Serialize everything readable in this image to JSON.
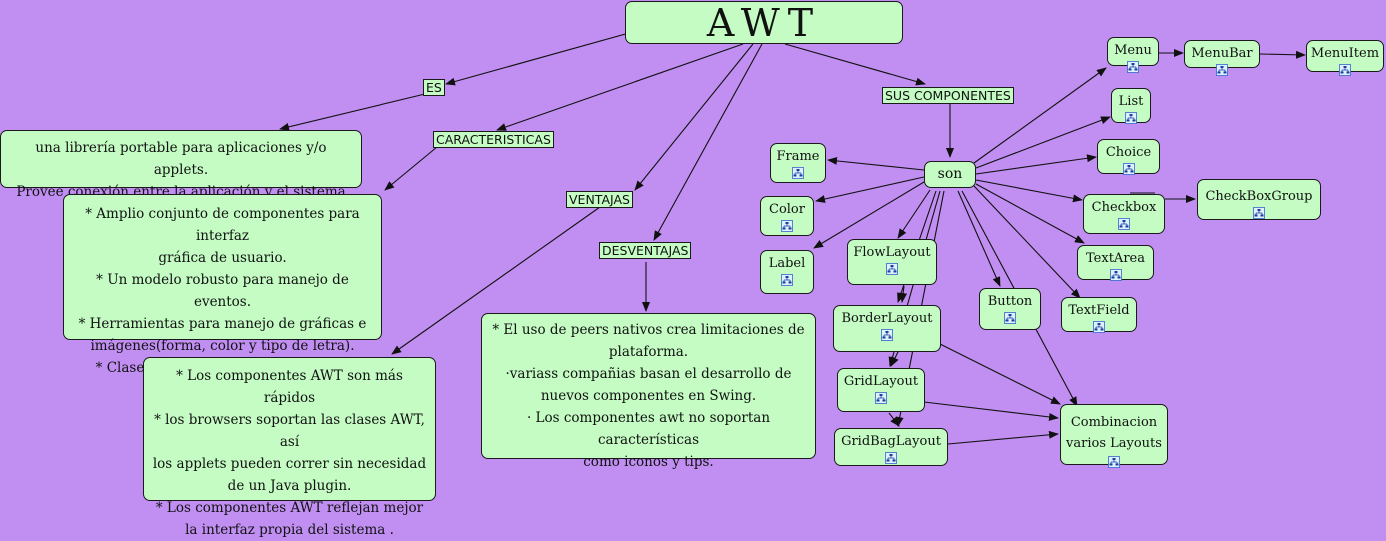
{
  "title": "AWT",
  "links": {
    "es": "ES",
    "caracteristicas": "CARACTERISTICAS",
    "ventajas": "VENTAJAS",
    "desventajas": "DESVENTAJAS",
    "componentes": "SUS COMPONENTES"
  },
  "es_text": "una librería portable para aplicaciones y/o applets.\nProvee  conexión entre la aplicación y el sistema nativo.",
  "caracteristicas_text": "* Amplio conjunto de componentes para interfaz\ngráfica de usuario.\n* Un modelo robusto para  manejo de eventos.\n* Herramientas para manejo de gráficas e\nimágenes(forma, color y tipo de letra).\n* Clases para transferencia de datos.",
  "ventajas_text": "* Los componentes AWT son más rápidos\n*  los browsers soportan las clases AWT, así\nlos applets  pueden correr sin necesidad\nde un Java plugin.\n* Los componentes AWT reflejan mejor\nla interfaz  propia del sistema .",
  "desventajas_text": "* El uso de peers nativos crea limitaciones de\nplataforma.\n·variass compañias basan el desarrollo de\nnuevos componentes en Swing.\n· Los componentes awt no soportan características\ncomo iconos y tips.",
  "son": "son",
  "components": {
    "frame": "Frame",
    "color": "Color",
    "label": "Label",
    "flowlayout": "FlowLayout",
    "borderlayout": "BorderLayout",
    "gridlayout": "GridLayout",
    "gridbaglayout": "GridBagLayout",
    "button": "Button",
    "textfield": "TextField",
    "textarea": "TextArea",
    "checkbox": "Checkbox",
    "checkboxgroup": "CheckBoxGroup",
    "choice": "Choice",
    "list": "List",
    "menu": "Menu",
    "menubar": "MenuBar",
    "menuitem": "MenuItem",
    "combinacion": "Combinacion\nvarios Layouts"
  },
  "icon_name": "concept-map-icon",
  "colors": {
    "background": "#c18ff2",
    "node": "#c4fcc4",
    "edge": "#111111"
  }
}
